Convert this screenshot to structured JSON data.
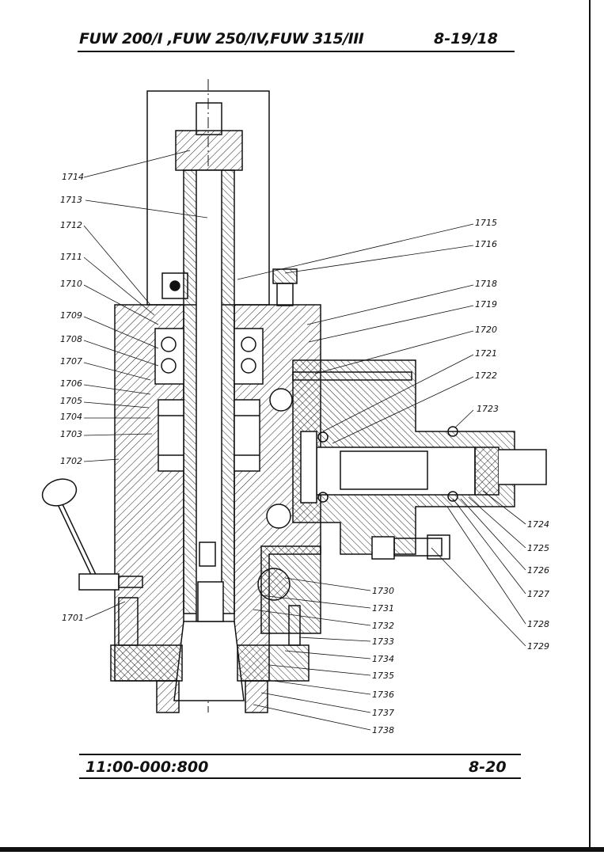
{
  "header": {
    "title": "FUW 200/I ,FUW 250/IV,FUW 315/III",
    "page_ref": "8-19/18"
  },
  "footer": {
    "drawing_number": "11:00-000:800",
    "page_number": "8-20"
  },
  "parts": {
    "p1701": "1701",
    "p1702": "1702",
    "p1703": "1703",
    "p1704": "1704",
    "p1705": "1705",
    "p1706": "1706",
    "p1707": "1707",
    "p1708": "1708",
    "p1709": "1709",
    "p1710": "1710",
    "p1711": "1711",
    "p1712": "1712",
    "p1713": "1713",
    "p1714": "1714",
    "p1715": "1715",
    "p1716": "1716",
    "p1718": "1718",
    "p1719": "1719",
    "p1720": "1720",
    "p1721": "1721",
    "p1722": "1722",
    "p1723": "1723",
    "p1724": "1724",
    "p1725": "1725",
    "p1726": "1726",
    "p1727": "1727",
    "p1728": "1728",
    "p1729": "1729",
    "p1730": "1730",
    "p1731": "1731",
    "p1732": "1732",
    "p1733": "1733",
    "p1734": "1734",
    "p1735": "1735",
    "p1736": "1736",
    "p1737": "1737",
    "p1738": "1738"
  }
}
